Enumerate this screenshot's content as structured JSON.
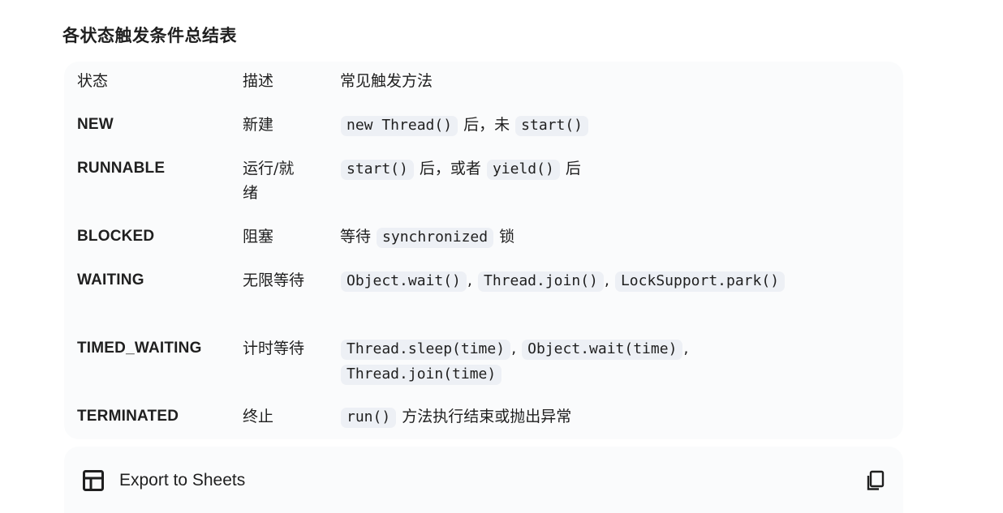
{
  "title": "各状态触发条件总结表",
  "table": {
    "headers": {
      "state": "状态",
      "desc": "描述",
      "method": "常见触发方法"
    },
    "rows": [
      {
        "state": "NEW",
        "desc": "新建",
        "method": [
          {
            "code": "new Thread()"
          },
          {
            "text": " 后，未 "
          },
          {
            "code": "start()"
          }
        ]
      },
      {
        "state": "RUNNABLE",
        "desc": "运行/就绪",
        "method": [
          {
            "code": "start()"
          },
          {
            "text": " 后，或者 "
          },
          {
            "code": "yield()"
          },
          {
            "text": " 后"
          }
        ]
      },
      {
        "state": "BLOCKED",
        "desc": "阻塞",
        "method": [
          {
            "text": "等待 "
          },
          {
            "code": "synchronized"
          },
          {
            "text": " 锁"
          }
        ]
      },
      {
        "state": "WAITING",
        "desc": "无限等待",
        "method": [
          {
            "code": "Object.wait()"
          },
          {
            "text": ", "
          },
          {
            "code": "Thread.join()"
          },
          {
            "text": ", "
          },
          {
            "code": "LockSupport.park()"
          }
        ]
      },
      {
        "state": "TIMED_WAITING",
        "desc": "计时等待",
        "method": [
          {
            "code": "Thread.sleep(time)"
          },
          {
            "text": ", "
          },
          {
            "code": "Object.wait(time)"
          },
          {
            "text": ","
          },
          {
            "br": true
          },
          {
            "code": "Thread.join(time)"
          }
        ]
      },
      {
        "state": "TERMINATED",
        "desc": "终止",
        "method": [
          {
            "code": "run()"
          },
          {
            "text": " 方法执行结束或抛出异常"
          }
        ]
      }
    ]
  },
  "footer": {
    "export_label": "Export to Sheets",
    "export_icon": "table-grid-icon",
    "copy_icon": "copy-icon"
  },
  "colors": {
    "card_bg": "#fafbfc",
    "code_bg": "#edf0f5",
    "text": "#1f1f1f"
  }
}
